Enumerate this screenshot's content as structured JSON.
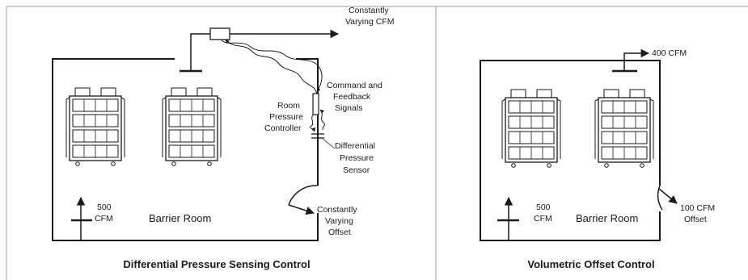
{
  "left": {
    "caption": "Differential Pressure Sensing Control",
    "exhaust_label": [
      "Constantly",
      "Varying CFM"
    ],
    "signals_label": [
      "Command and",
      "Feedback",
      "Signals"
    ],
    "controller_label": [
      "Room",
      "Pressure",
      "Controller"
    ],
    "sensor_label": [
      "Differential",
      "Pressure",
      "Sensor"
    ],
    "offset_label": [
      "Constantly",
      "Varying",
      "Offset"
    ],
    "supply_label": [
      "500",
      "CFM"
    ],
    "room_label": "Barrier Room"
  },
  "right": {
    "caption": "Volumetric Offset Control",
    "exhaust_label": "400 CFM",
    "supply_label": [
      "500",
      "CFM"
    ],
    "room_label": "Barrier Room",
    "offset_label": [
      "100 CFM",
      "Offset"
    ]
  }
}
